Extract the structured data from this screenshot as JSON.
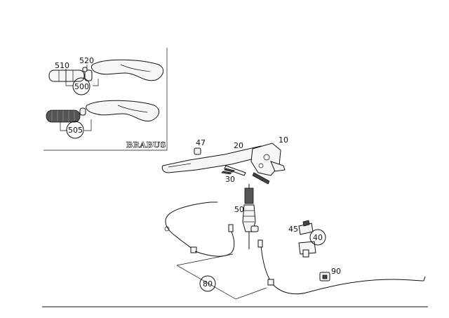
{
  "diagram": {
    "callouts": {
      "p10": "10",
      "p20": "20",
      "p30": "30",
      "p40": "40",
      "p45": "45",
      "p47": "47",
      "p50": "50",
      "p80": "80",
      "p90": "90",
      "p500": "500",
      "p505": "505",
      "p510": "510",
      "p520": "520"
    },
    "brand_logo": "BRABUS"
  }
}
